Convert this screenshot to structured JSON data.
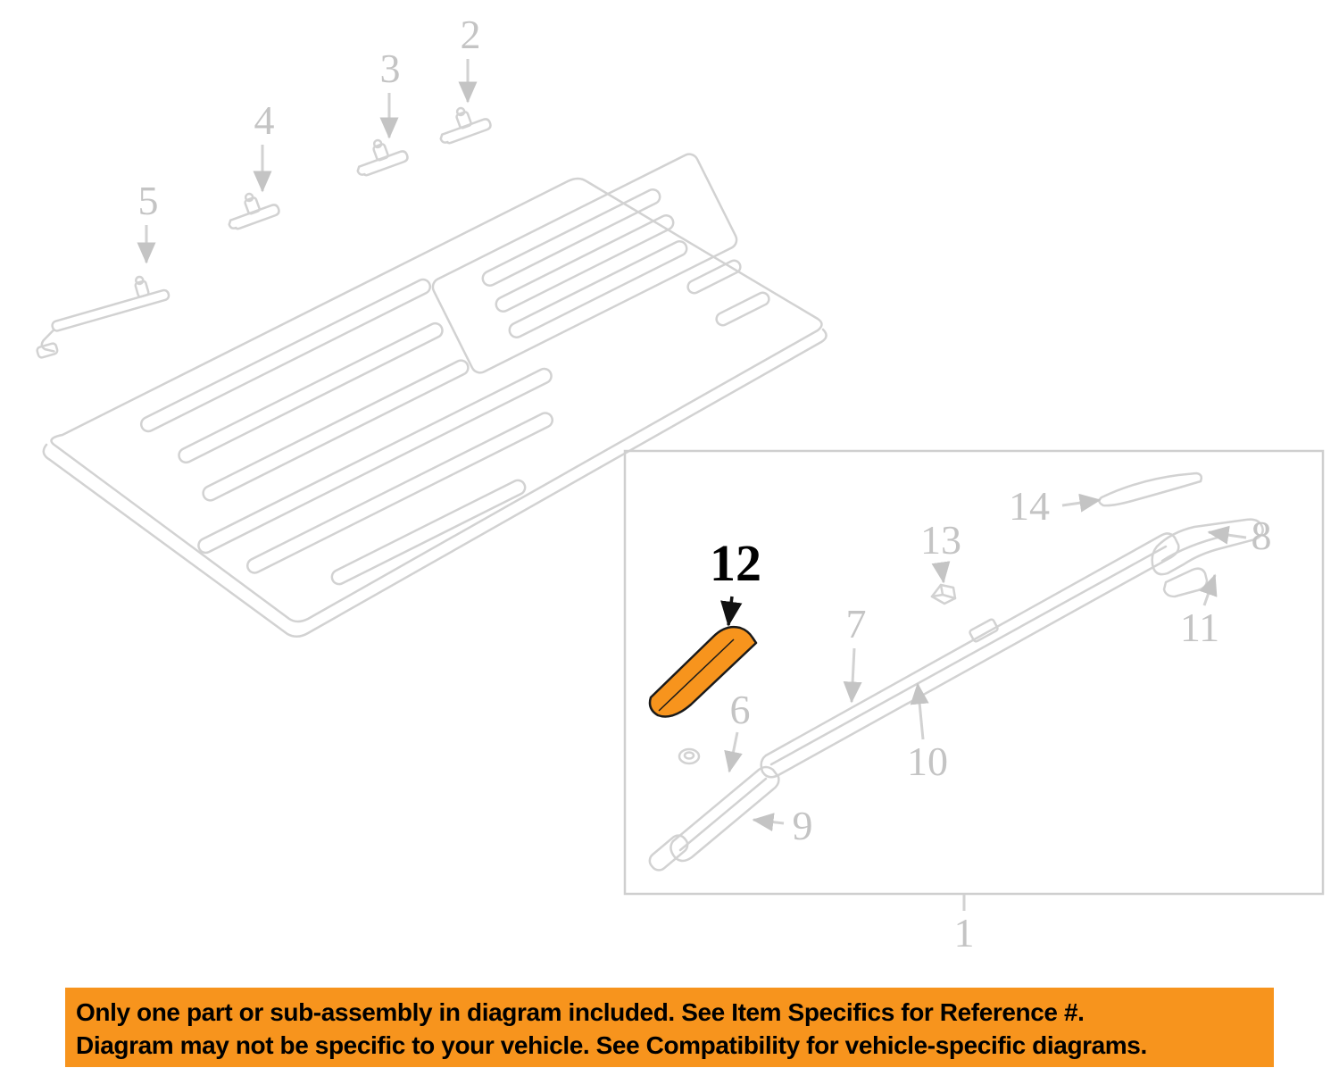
{
  "callouts": {
    "c1": "1",
    "c2": "2",
    "c3": "3",
    "c4": "4",
    "c5": "5",
    "c6": "6",
    "c7": "7",
    "c8": "8",
    "c9": "9",
    "c10": "10",
    "c11": "11",
    "c12": "12",
    "c13": "13",
    "c14": "14"
  },
  "colors": {
    "line": "#d2d2d2",
    "callout_text": "#c4c4c4",
    "highlight": "#f7941d",
    "banner_bg": "#f7941d",
    "banner_text": "#000000",
    "highlight_outline": "#1a1a1a"
  },
  "banner": {
    "line1": "Only one part or sub-assembly in diagram included. See Item Specifics for Reference #.",
    "line2": "Diagram may not be specific to your vehicle. See Compatibility for vehicle-specific diagrams."
  }
}
